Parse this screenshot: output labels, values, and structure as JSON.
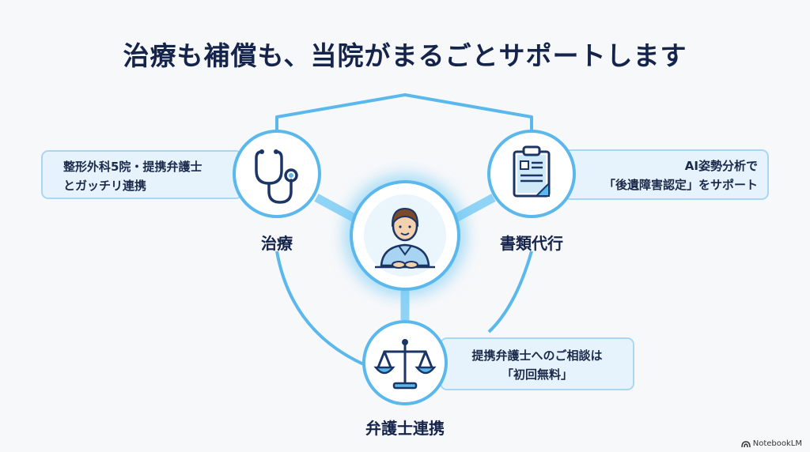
{
  "title": "治療も補償も、当院がまるごとサポートします",
  "nodes": {
    "treatment": {
      "label": "治療",
      "icon": "stethoscope-icon"
    },
    "documents": {
      "label": "書類代行",
      "icon": "clipboard-document-icon"
    },
    "lawyer": {
      "label": "弁護士連携",
      "icon": "balance-scale-icon"
    },
    "center": {
      "icon": "patient-person-icon"
    }
  },
  "callouts": {
    "treatment": {
      "line1": "整形外科5院・提携弁護士",
      "line2": "とガッチリ連携"
    },
    "documents": {
      "line1": "AI姿勢分析で",
      "line2": "「後遺障害認定」をサポート"
    },
    "lawyer": {
      "line1": "提携弁護士へのご相談は",
      "line2": "「初回無料」"
    }
  },
  "brand": {
    "name": "NotebookLM",
    "icon": "notebooklm-logo-icon"
  },
  "colors": {
    "accent": "#5ab8ec",
    "callout_bg": "#e6f3fc",
    "title": "#15244a"
  }
}
